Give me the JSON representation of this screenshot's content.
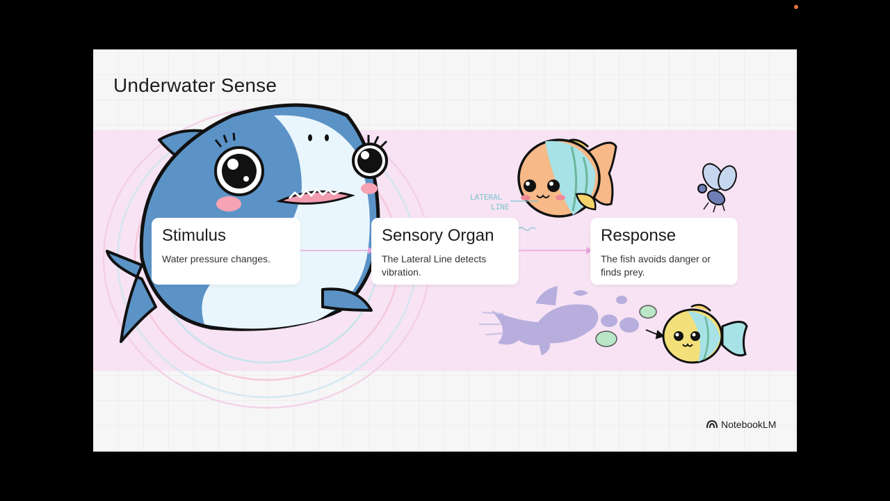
{
  "slide": {
    "title": "Underwater Sense",
    "steps": [
      {
        "heading": "Stimulus",
        "text": "Water pressure changes."
      },
      {
        "heading": "Sensory Organ",
        "text": "The Lateral Line detects vibration."
      },
      {
        "heading": "Response",
        "text": "The fish avoids danger or finds prey."
      }
    ],
    "lateral_line_label": [
      "LATERAL",
      "LINE"
    ],
    "brand": "NotebookLM"
  },
  "colors": {
    "band": "#f7e3f3",
    "shark_blue": "#5b93c7",
    "arrow": "#e7a6dd",
    "fish_orange": "#f6b987",
    "fish_teal": "#a7e2e6"
  }
}
